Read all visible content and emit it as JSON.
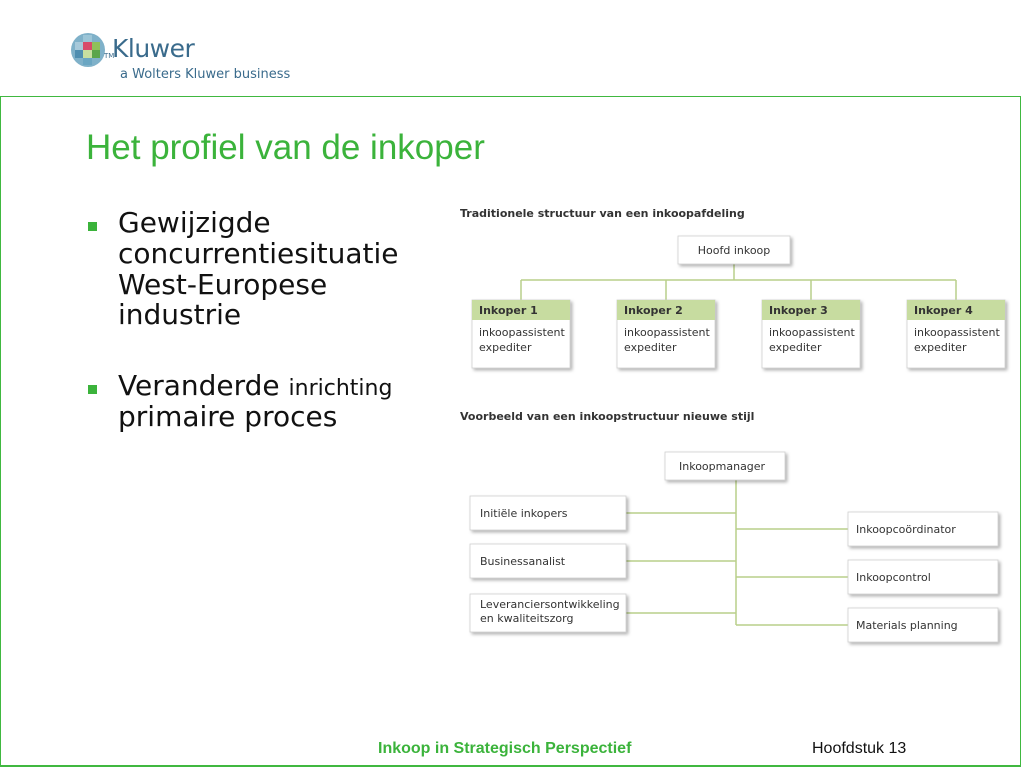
{
  "logo": {
    "wordmark": "Kluwer",
    "tm": "TM",
    "tagline": "a Wolters Kluwer business"
  },
  "title": "Het profiel van de inkoper",
  "bullets": [
    {
      "lines": [
        "Gewijzigde",
        "concurrentiesituatie",
        "West-Europese",
        "industrie"
      ]
    },
    {
      "main": "Veranderde ",
      "small": "inrichting",
      "rest": "primaire proces"
    }
  ],
  "diagram1": {
    "caption": "Traditionele structuur van een inkoopafdeling",
    "root": "Hoofd inkoop",
    "children": [
      {
        "head": "Inkoper 1",
        "lines": [
          "inkoopassistent",
          "expediter"
        ]
      },
      {
        "head": "Inkoper 2",
        "lines": [
          "inkoopassistent",
          "expediter"
        ]
      },
      {
        "head": "Inkoper 3",
        "lines": [
          "inkoopassistent",
          "expediter"
        ]
      },
      {
        "head": "Inkoper 4",
        "lines": [
          "inkoopassistent",
          "expediter"
        ]
      }
    ]
  },
  "diagram2": {
    "caption": "Voorbeeld van een inkoopstructuur nieuwe stijl",
    "root": "Inkoopmanager",
    "left": [
      {
        "lines": [
          "Initiële inkopers"
        ]
      },
      {
        "lines": [
          "Businessanalist"
        ]
      },
      {
        "lines": [
          "Leveranciersontwikkeling",
          "en kwaliteitszorg"
        ]
      }
    ],
    "right": [
      {
        "lines": [
          "Inkoopcoördinator"
        ]
      },
      {
        "lines": [
          "Inkoopcontrol"
        ]
      },
      {
        "lines": [
          "Materials planning"
        ]
      }
    ]
  },
  "colors": {
    "accent": "#3bb33b",
    "diagram_header": "#c7dca0",
    "connector": "#b9cf8a",
    "logo_blue": "#3a6b8c"
  },
  "footer": {
    "center": "Inkoop in Strategisch Perspectief",
    "right": "Hoofdstuk 13"
  }
}
